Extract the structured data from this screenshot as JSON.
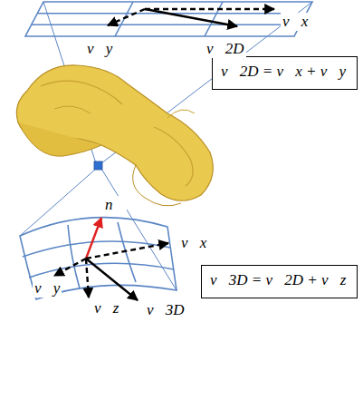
{
  "diagram": {
    "nodes": [
      {
        "text": [
          "v⃗2D = v⃗x + v⃗y"
        ]
      },
      {
        "text": [
          "v⃗3D = v⃗2D + v⃗z"
        ]
      }
    ],
    "labels": [
      "v⃗x",
      "v⃗y",
      "v⃗2D",
      "n⃗",
      "v⃗x",
      "v⃗y",
      "v⃗z",
      "v⃗3D"
    ]
  }
}
